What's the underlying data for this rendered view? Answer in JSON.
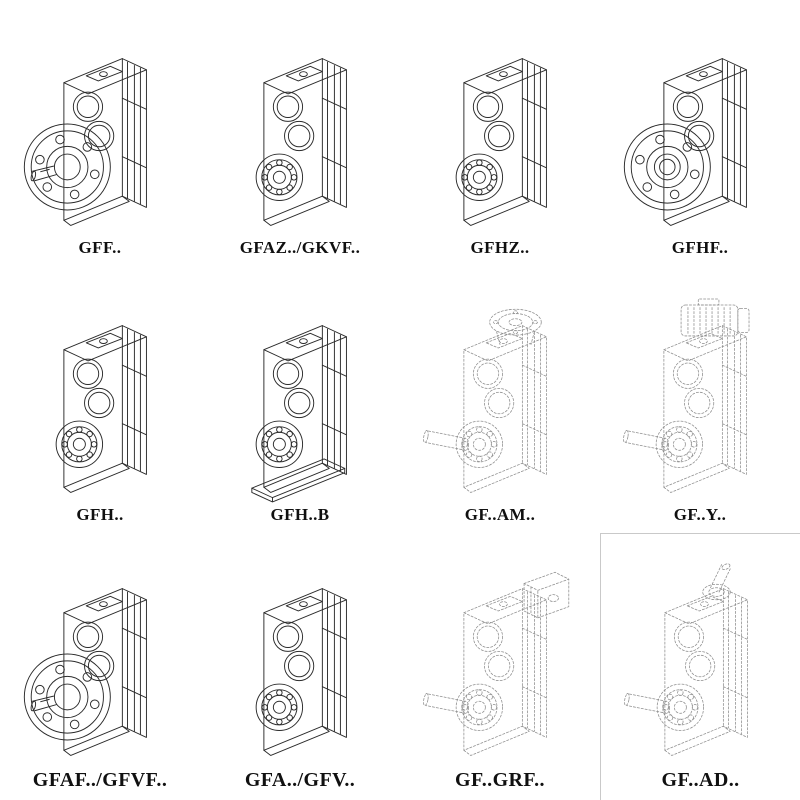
{
  "page": {
    "background": "#ffffff",
    "ink_color": "#2b2b2b",
    "phantom_line_color": "#8f8f8f",
    "label_color": "#101010"
  },
  "grid": {
    "rows": 3,
    "cols": 4
  },
  "cells": [
    {
      "label": "GFF..",
      "drawing": "flange-mounted-gearbox-drawing",
      "line_style": "solid"
    },
    {
      "label": "GFAZ../GKVF..",
      "drawing": "shaft-mounted-gearbox-drawing",
      "line_style": "solid"
    },
    {
      "label": "GFHZ..",
      "drawing": "hollow-shaft-gearbox-drawing",
      "line_style": "solid"
    },
    {
      "label": "GFHF..",
      "drawing": "flange-hollow-shaft-gearbox-drawing",
      "line_style": "solid"
    },
    {
      "label": "GFH..",
      "drawing": "shrink-disc-gearbox-drawing",
      "line_style": "solid"
    },
    {
      "label": "GFH..B",
      "drawing": "shrink-disc-gearbox-with-base-drawing",
      "line_style": "solid"
    },
    {
      "label": "GF..AM..",
      "drawing": "gearbox-with-motor-adapter-flange-drawing",
      "line_style": "dashed"
    },
    {
      "label": "GF..Y..",
      "drawing": "gearbox-with-mounted-motor-drawing",
      "line_style": "dashed"
    },
    {
      "label": "GFAF../GFVF..",
      "drawing": "flange-mounted-gearbox-drawing",
      "line_style": "solid"
    },
    {
      "label": "GFA../GFV..",
      "drawing": "shaft-mounted-gearbox-drawing",
      "line_style": "solid"
    },
    {
      "label": "GF..GRF..",
      "drawing": "gearbox-with-input-adapter-block-drawing",
      "line_style": "dashed"
    },
    {
      "label": "GF..AD..",
      "drawing": "gearbox-with-input-shaft-adapter-drawing",
      "line_style": "dashed"
    }
  ]
}
